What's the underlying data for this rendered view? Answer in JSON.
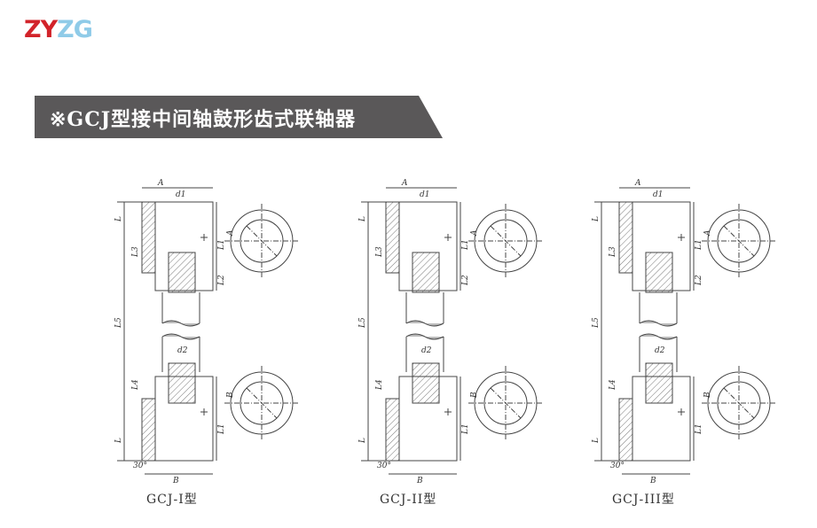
{
  "logo": {
    "text_part1": "ZY",
    "text_part2": "ZG",
    "colors": {
      "red": "#d2232a",
      "blue": "#8fcbe8"
    }
  },
  "banner": {
    "title": "※GCJ型接中间轴鼓形齿式联轴器",
    "background": "#5a5859"
  },
  "drawing_labels": {
    "A": "A",
    "B": "B",
    "d1": "d1",
    "d2": "d2",
    "L": "L",
    "L1": "L1",
    "L2": "L2",
    "L3": "L3",
    "L4": "L4",
    "L5": "L5",
    "angle": "30°"
  },
  "variants": [
    {
      "caption": "GCJ-I型"
    },
    {
      "caption": "GCJ-II型"
    },
    {
      "caption": "GCJ-III型"
    }
  ]
}
